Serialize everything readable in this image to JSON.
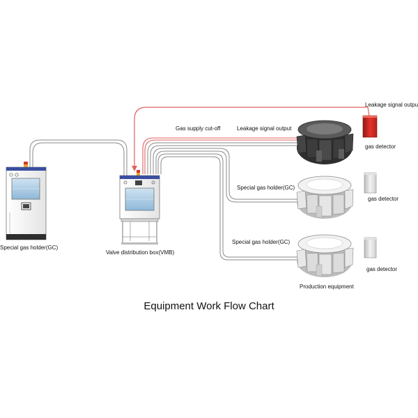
{
  "title": "Equipment Work Flow Chart",
  "labels": {
    "leakage_signal_output_top": "Leakage signal output",
    "gas_supply_cutoff": "Gas supply cut-off",
    "leakage_signal_output_mid": "Leakage signal output",
    "gas_detector_1": "gas detector",
    "gas_detector_2": "gas detector",
    "gas_detector_3": "gas detector",
    "special_gas_holder_gc_left": "Special gas holder(GC)",
    "valve_distribution_box": "Valve distribution box(VMB)",
    "special_gas_holder_gc_mid": "Special gas holder(GC)",
    "special_gas_holder_gc_low": "Special gas holder(GC)",
    "production_equipment": "Production equipment"
  },
  "colors": {
    "signal_line": "#e06060",
    "alarm_detector": "#d42a1e",
    "pipe": "#8a8a8a",
    "cabinet_body": "#f4f4f4",
    "cabinet_header": "#3a4fa0",
    "screen": "#a9cbe3",
    "tool_dark": "#3b3b3b",
    "tool_light": "#e6e6e6"
  }
}
